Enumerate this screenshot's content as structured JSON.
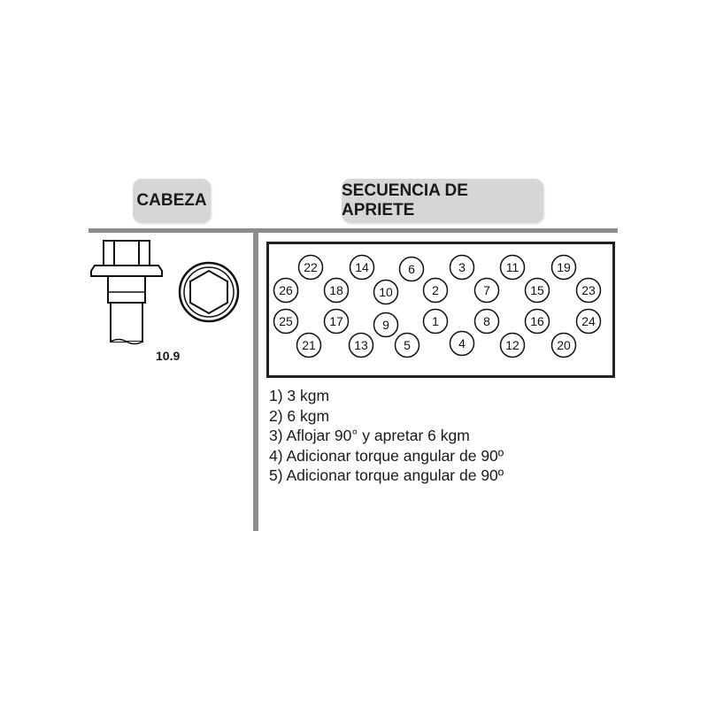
{
  "headers": {
    "head": "CABEZA",
    "sequence": "SECUENCIA DE APRIETE"
  },
  "bolt": {
    "grade": "10.9"
  },
  "sequence_numbers": [
    "22",
    "14",
    "6",
    "3",
    "11",
    "19",
    "26",
    "18",
    "10",
    "2",
    "7",
    "15",
    "23",
    "25",
    "17",
    "9",
    "1",
    "8",
    "16",
    "24",
    "21",
    "13",
    "5",
    "4",
    "12",
    "20"
  ],
  "steps": [
    "1) 3 kgm",
    "2) 6 kgm",
    "3) Aflojar 90° y apretar 6 kgm",
    "4) Adicionar torque angular de 90º",
    "5) Adicionar torque angular de 90º"
  ]
}
